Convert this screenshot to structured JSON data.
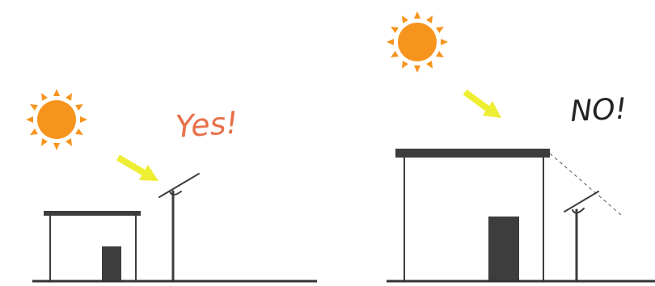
{
  "panels": [
    {
      "id": "left",
      "verdict_label": "Yes!",
      "verdict_color": "#e8704a",
      "sun_color": "#f7941d",
      "arrow_color": "#eeee33",
      "building_color": "#3d3d3d",
      "icons": [
        "sun-icon",
        "arrow-icon",
        "building-icon",
        "solar-panel-icon"
      ]
    },
    {
      "id": "right",
      "verdict_label": "NO!",
      "verdict_color": "#222222",
      "sun_color": "#f7941d",
      "arrow_color": "#eeee33",
      "building_color": "#3d3d3d",
      "icons": [
        "sun-icon",
        "arrow-icon",
        "building-icon",
        "solar-panel-icon",
        "shadow-line"
      ]
    }
  ]
}
